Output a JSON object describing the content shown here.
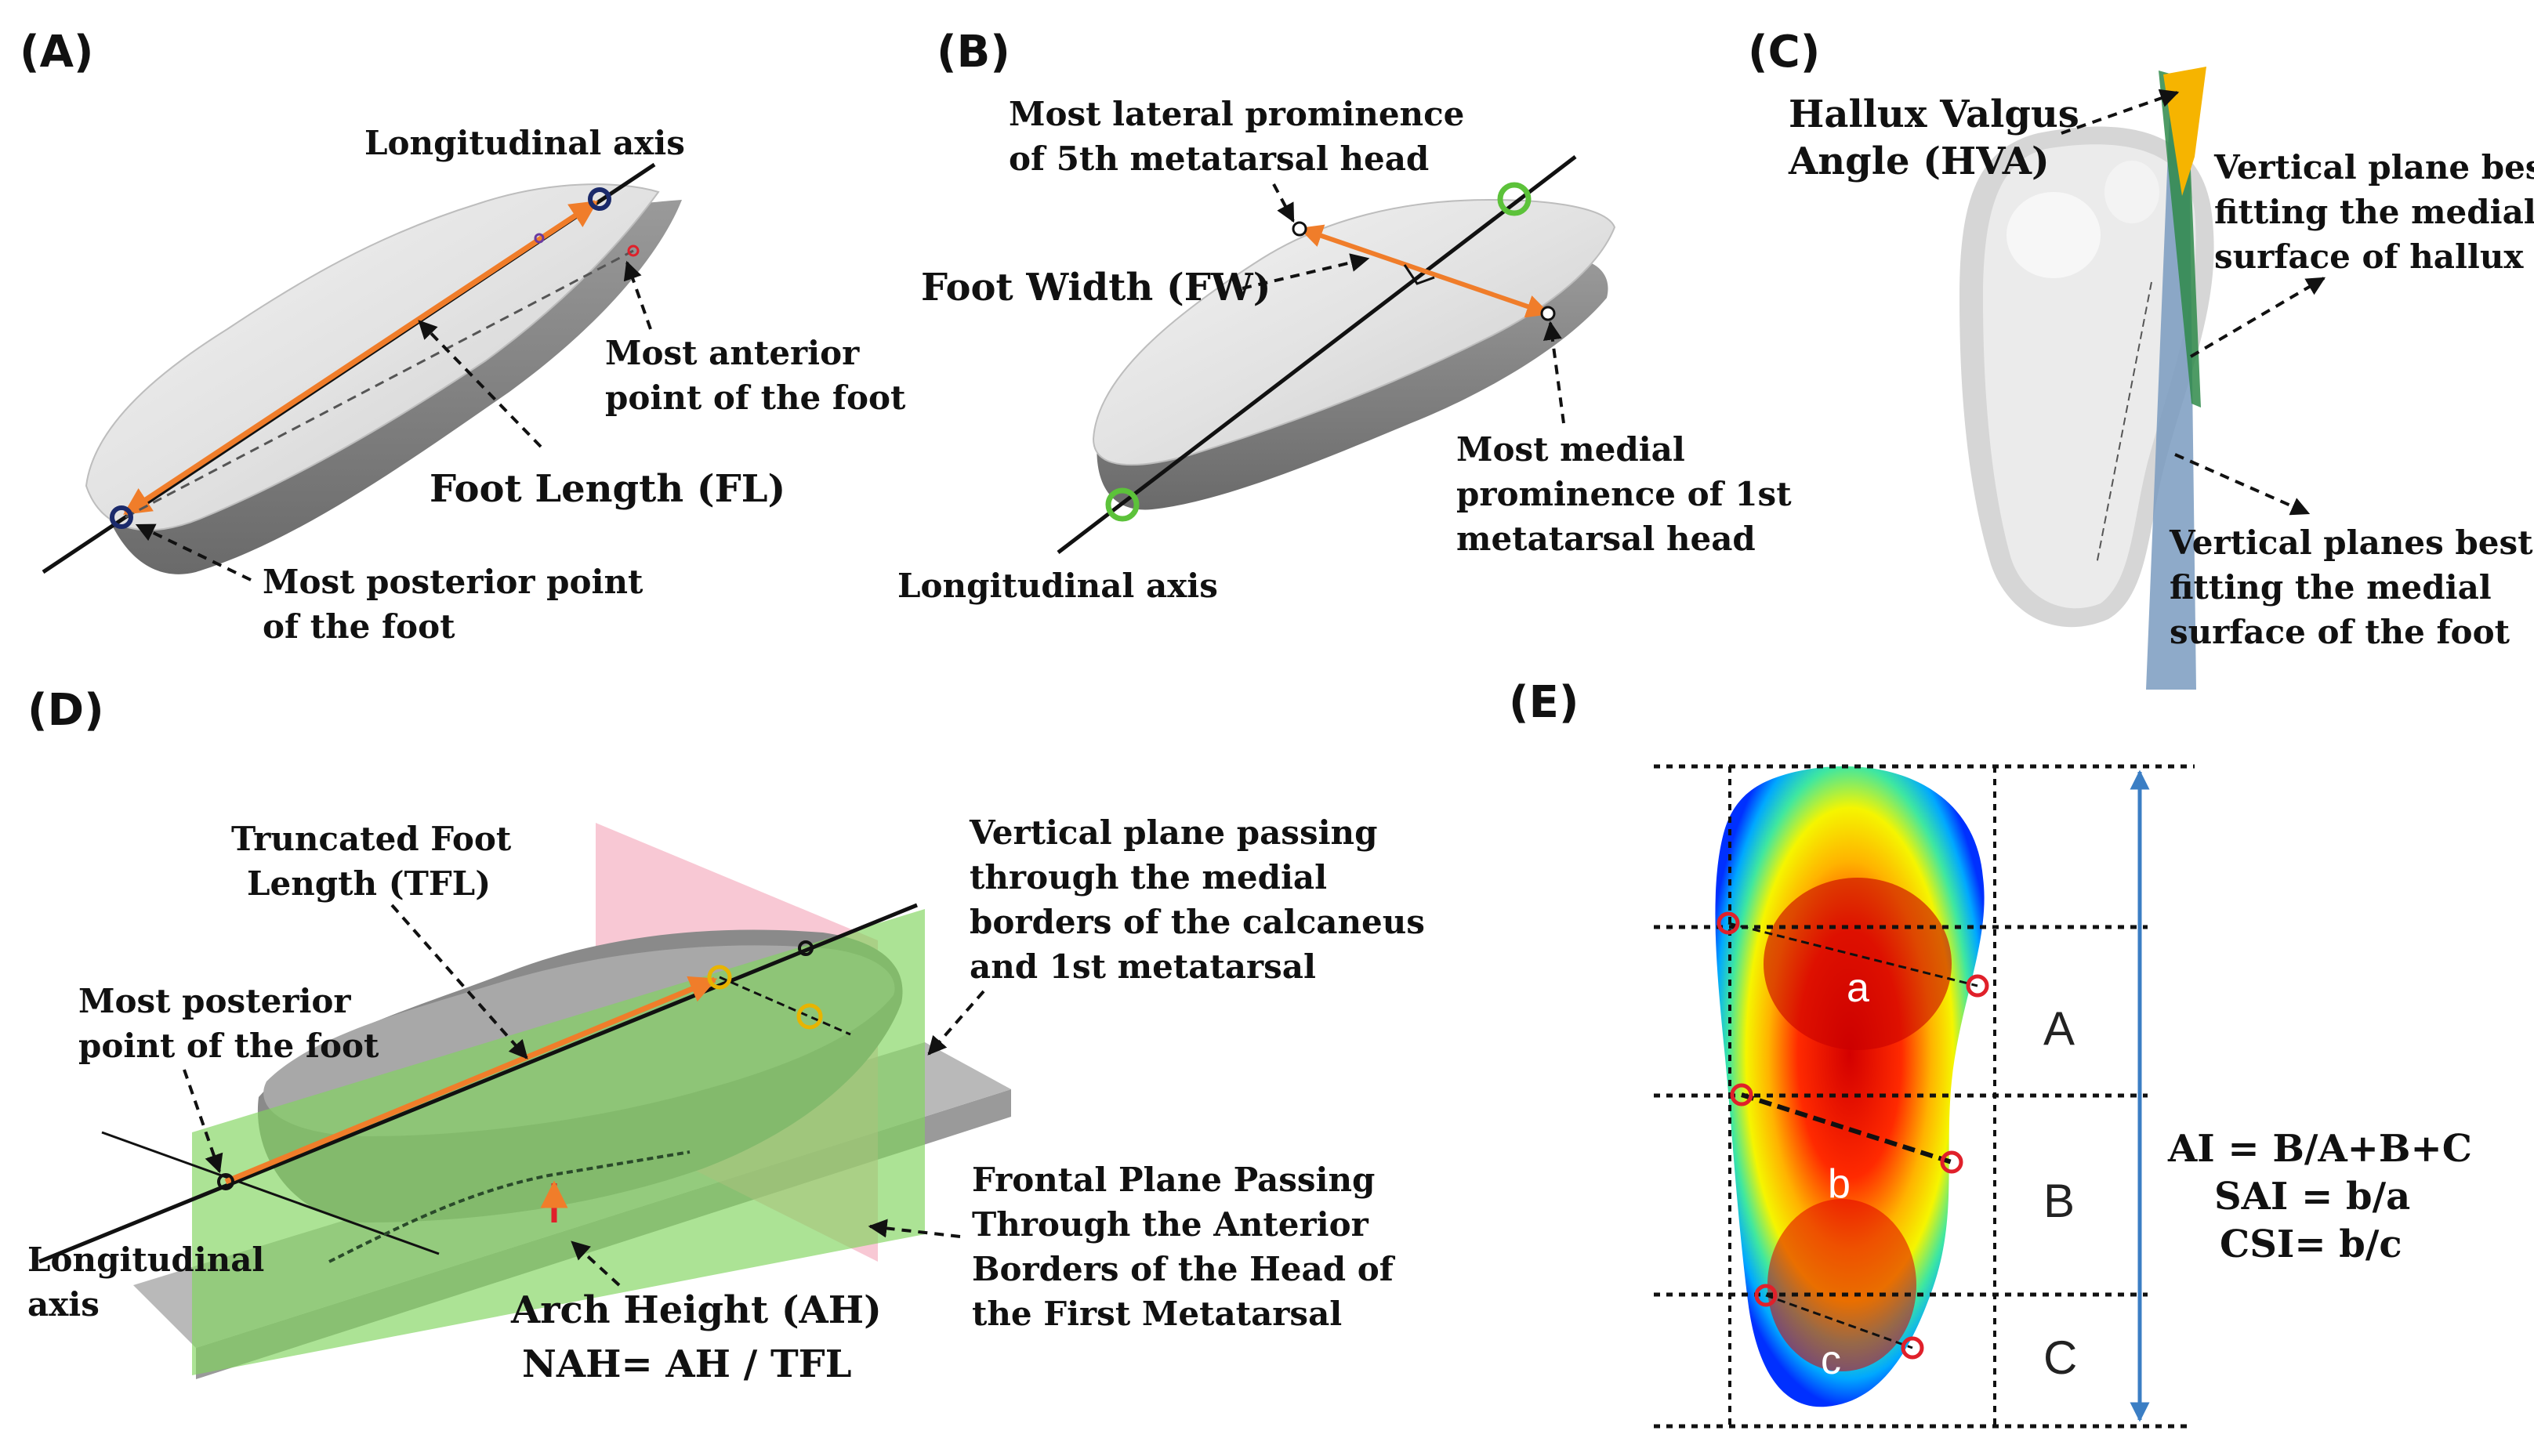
{
  "panels": {
    "A": {
      "letter": "(A)",
      "longitudinal_axis": "Longitudinal axis",
      "most_anterior_1": "Most anterior",
      "most_anterior_2": "point of the foot",
      "foot_length": "Foot Length (FL)",
      "most_posterior_1": "Most posterior point",
      "most_posterior_2": "of the foot"
    },
    "B": {
      "letter": "(B)",
      "lateral_1": "Most lateral prominence",
      "lateral_2": "of 5th metatarsal head",
      "foot_width": "Foot Width (FW)",
      "medial_1": "Most medial",
      "medial_2": "prominence of 1st",
      "medial_3": "metatarsal head",
      "longitudinal_axis": "Longitudinal axis"
    },
    "C": {
      "letter": "(C)",
      "hva_1": "Hallux Valgus",
      "hva_2": "Angle (HVA)",
      "hallux_plane_1": "Vertical plane best",
      "hallux_plane_2": "fitting the medial",
      "hallux_plane_3": "surface of hallux",
      "foot_plane_1": "Vertical planes best",
      "foot_plane_2": "fitting the medial",
      "foot_plane_3": "surface of the foot"
    },
    "D": {
      "letter": "(D)",
      "tfl_1": "Truncated Foot",
      "tfl_2": "Length (TFL)",
      "posterior_1": "Most posterior",
      "posterior_2": "point of the foot",
      "vertical_plane_1": "Vertical plane passing",
      "vertical_plane_2": "through the medial",
      "vertical_plane_3": "borders of the calcaneus",
      "vertical_plane_4": "and 1st metatarsal",
      "frontal_1": "Frontal Plane Passing",
      "frontal_2": "Through the Anterior",
      "frontal_3": "Borders of the Head of",
      "frontal_4": "the First Metatarsal",
      "long_axis_1": "Longitudinal",
      "long_axis_2": "axis",
      "arch_height": "Arch Height (AH)",
      "nah": "NAH= AH / TFL"
    },
    "E": {
      "letter": "(E)",
      "region_a": "a",
      "region_b": "b",
      "region_c": "c",
      "zone_A": "A",
      "zone_B": "B",
      "zone_C": "C",
      "ai": "AI = B/A+B+C",
      "sai": "SAI = b/a",
      "csi": "CSI= b/c"
    }
  },
  "colors": {
    "orange_arrow": "#f07d2a",
    "navy_marker": "#1b2a6b",
    "green_marker": "#5cc23a",
    "yellow_marker": "#e8b400",
    "red_marker": "#e0202a",
    "blue_axis": "#3b7ec4",
    "green_plane": "#7fd45c",
    "pink_plane": "#f4a4b8",
    "hva_wedge": "#f6b400"
  }
}
